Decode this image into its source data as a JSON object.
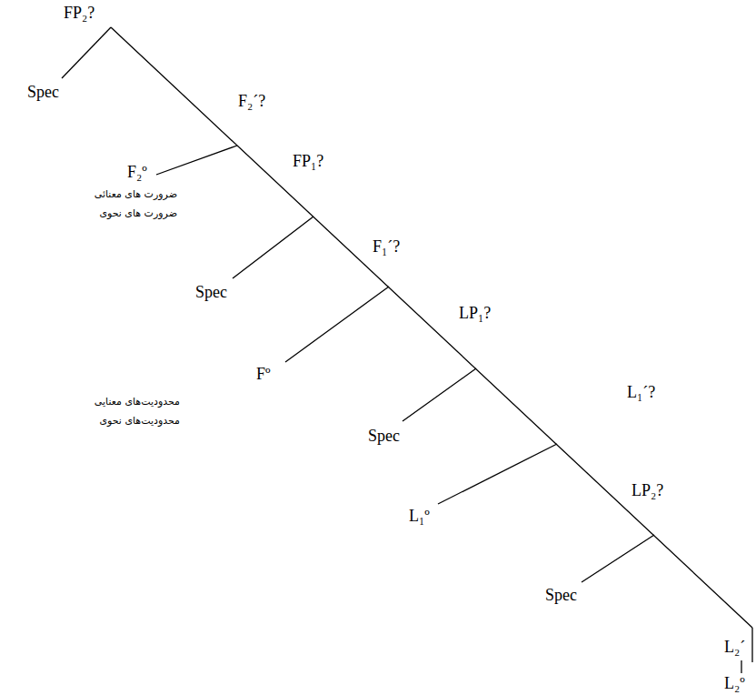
{
  "diagram": {
    "labels": [
      "FP₂?",
      "Spec",
      "F₂´?",
      "F₂º",
      "FP₁?",
      "ضرورت های معنائی",
      "ضرورت های نحوی",
      "F₁´?",
      "Spec",
      "LP₁?",
      "Fº",
      "L₁´?",
      "محدودیت‌های معنایی",
      "محدودیت‌های نحوی",
      "Spec",
      "LP₂?",
      "L₁º",
      "Spec",
      "L₂´",
      "L₂º"
    ]
  }
}
